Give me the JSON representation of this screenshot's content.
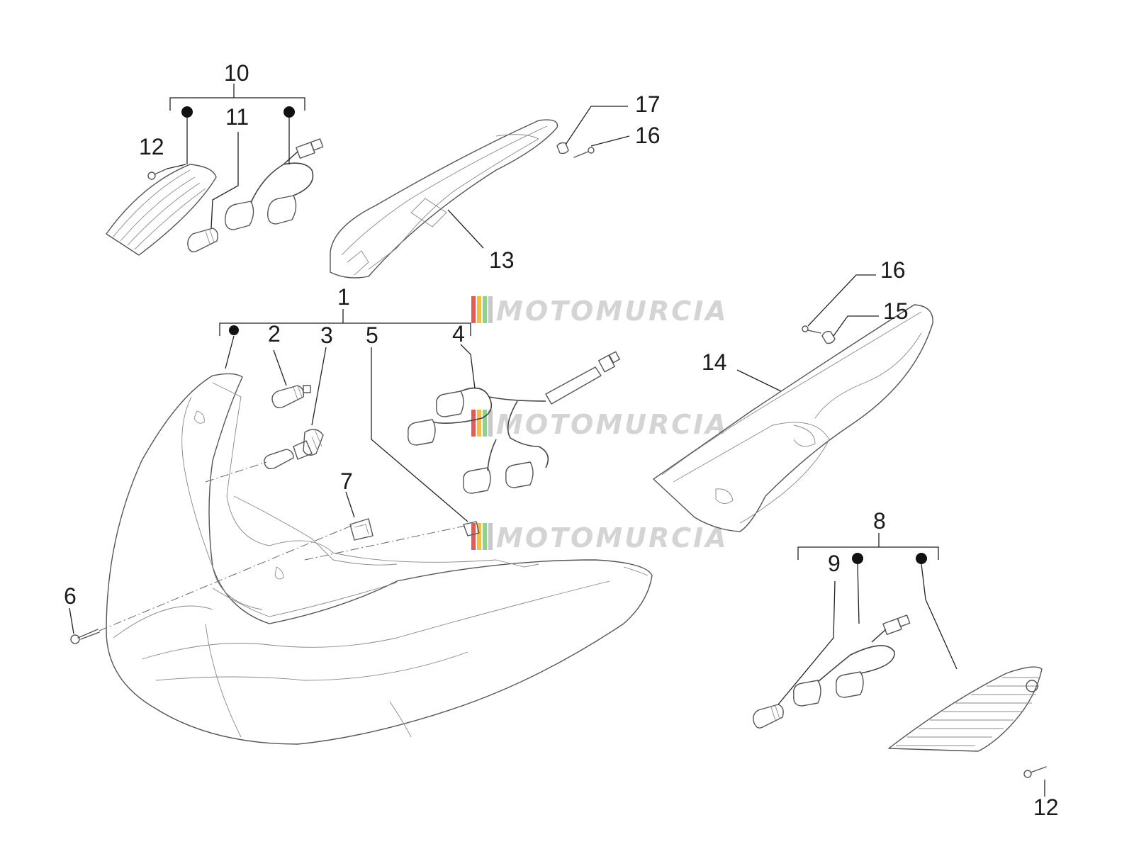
{
  "callouts": {
    "c1": "1",
    "c2": "2",
    "c3": "3",
    "c4": "4",
    "c5": "5",
    "c6": "6",
    "c7": "7",
    "c8": "8",
    "c9": "9",
    "c10": "10",
    "c11": "11",
    "c12a": "12",
    "c12b": "12",
    "c13": "13",
    "c14": "14",
    "c15": "15",
    "c16a": "16",
    "c16b": "16",
    "c17": "17"
  },
  "watermark": {
    "text": "MOTOMURCIA",
    "colors": [
      "#e25a5a",
      "#f0c040",
      "#8fd18f",
      "#c8c8c8"
    ]
  }
}
